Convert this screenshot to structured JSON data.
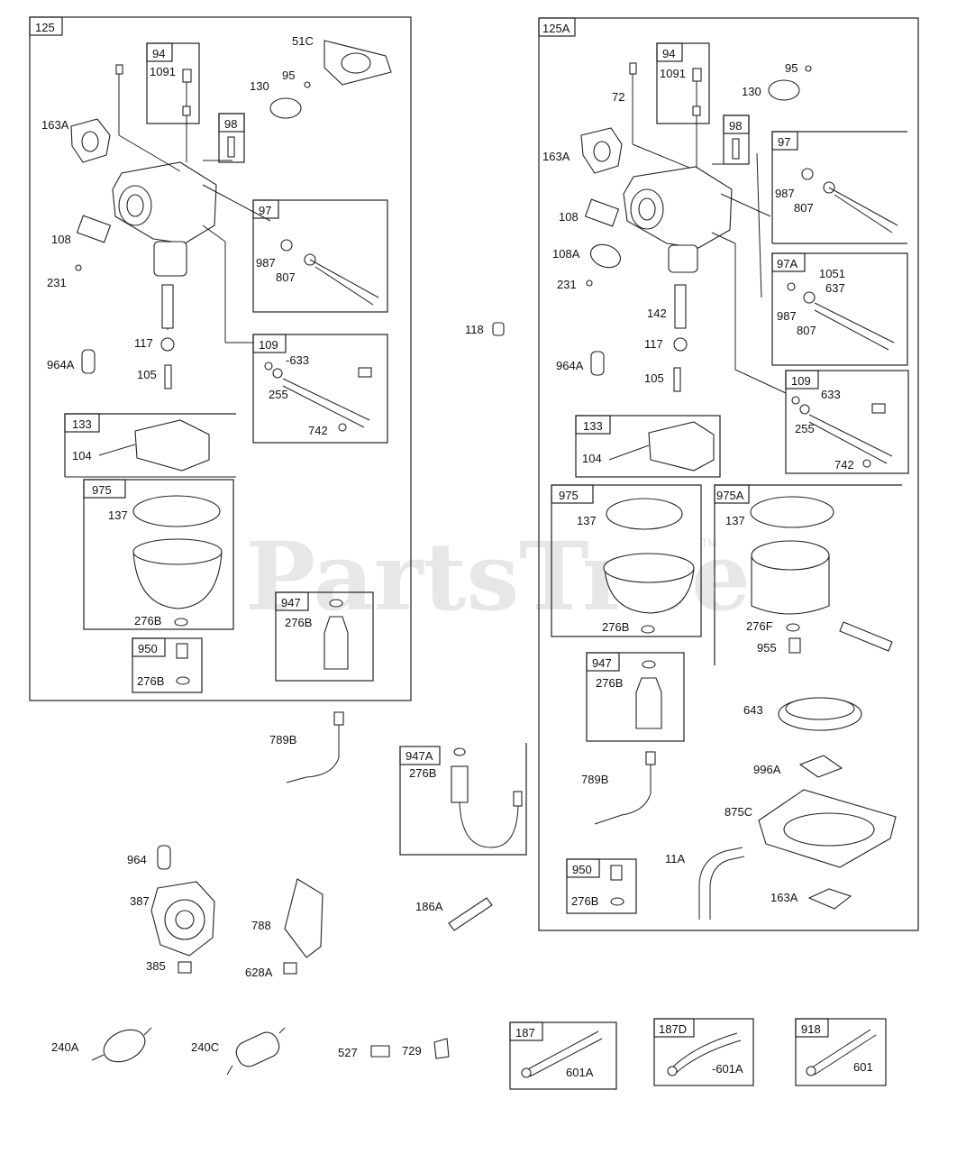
{
  "watermark": {
    "text": "PartsTree",
    "tm": "TM"
  },
  "groups": [
    {
      "id": "g125",
      "label": "125"
    },
    {
      "id": "g94a",
      "label": "94"
    },
    {
      "id": "g98a",
      "label": "98"
    },
    {
      "id": "g97a",
      "label": "97"
    },
    {
      "id": "g109a",
      "label": "109"
    },
    {
      "id": "g133a",
      "label": "133"
    },
    {
      "id": "g975a",
      "label": "975"
    },
    {
      "id": "g947a",
      "label": "947"
    },
    {
      "id": "g950a",
      "label": "950"
    },
    {
      "id": "g947A",
      "label": "947A"
    },
    {
      "id": "g125A",
      "label": "125A"
    },
    {
      "id": "g94b",
      "label": "94"
    },
    {
      "id": "g98b",
      "label": "98"
    },
    {
      "id": "g97b",
      "label": "97"
    },
    {
      "id": "g97Ab",
      "label": "97A"
    },
    {
      "id": "g109b",
      "label": "109"
    },
    {
      "id": "g133b",
      "label": "133"
    },
    {
      "id": "g975b",
      "label": "975"
    },
    {
      "id": "g975Ab",
      "label": "975A"
    },
    {
      "id": "g947b",
      "label": "947"
    },
    {
      "id": "g950b",
      "label": "950"
    },
    {
      "id": "g187",
      "label": "187"
    },
    {
      "id": "g187D",
      "label": "187D"
    },
    {
      "id": "g918",
      "label": "918"
    }
  ],
  "labels": [
    {
      "id": "l51C",
      "text": "51C"
    },
    {
      "id": "l1091a",
      "text": "1091"
    },
    {
      "id": "l95a",
      "text": "95"
    },
    {
      "id": "l130a",
      "text": "130"
    },
    {
      "id": "l163Aa",
      "text": "163A"
    },
    {
      "id": "l108a",
      "text": "108"
    },
    {
      "id": "l231a",
      "text": "231"
    },
    {
      "id": "l987a",
      "text": "987"
    },
    {
      "id": "l807a",
      "text": "807"
    },
    {
      "id": "l117a",
      "text": "117"
    },
    {
      "id": "l964Aa",
      "text": "964A"
    },
    {
      "id": "l105a",
      "text": "105"
    },
    {
      "id": "l633a",
      "text": "-633"
    },
    {
      "id": "l255a",
      "text": "255"
    },
    {
      "id": "l742a",
      "text": "742"
    },
    {
      "id": "l104a",
      "text": "104"
    },
    {
      "id": "l137a",
      "text": "137"
    },
    {
      "id": "l276Ba",
      "text": "276B"
    },
    {
      "id": "l276Bb",
      "text": "276B"
    },
    {
      "id": "l276Bc",
      "text": "276B"
    },
    {
      "id": "l118",
      "text": "118"
    },
    {
      "id": "l789Ba",
      "text": "789B"
    },
    {
      "id": "l276Bd",
      "text": "276B"
    },
    {
      "id": "l964",
      "text": "964"
    },
    {
      "id": "l387",
      "text": "387"
    },
    {
      "id": "l385",
      "text": "385"
    },
    {
      "id": "l788",
      "text": "788"
    },
    {
      "id": "l628A",
      "text": "628A"
    },
    {
      "id": "l186A",
      "text": "186A"
    },
    {
      "id": "l240A",
      "text": "240A"
    },
    {
      "id": "l240C",
      "text": "240C"
    },
    {
      "id": "l527",
      "text": "527"
    },
    {
      "id": "l729",
      "text": "729"
    },
    {
      "id": "l601Aa",
      "text": "601A"
    },
    {
      "id": "l601Ab",
      "text": "-601A"
    },
    {
      "id": "l601",
      "text": "601"
    },
    {
      "id": "l72",
      "text": "72"
    },
    {
      "id": "l1091b",
      "text": "1091"
    },
    {
      "id": "l95b",
      "text": "95"
    },
    {
      "id": "l130b",
      "text": "130"
    },
    {
      "id": "l163Ab",
      "text": "163A"
    },
    {
      "id": "l108b",
      "text": "108"
    },
    {
      "id": "l108Ab",
      "text": "108A"
    },
    {
      "id": "l231b",
      "text": "231"
    },
    {
      "id": "l142",
      "text": "142"
    },
    {
      "id": "l117b",
      "text": "117"
    },
    {
      "id": "l964Ab",
      "text": "964A"
    },
    {
      "id": "l105b",
      "text": "105"
    },
    {
      "id": "l987b",
      "text": "987"
    },
    {
      "id": "l807b",
      "text": "807"
    },
    {
      "id": "l1051",
      "text": "1051"
    },
    {
      "id": "l637",
      "text": "637"
    },
    {
      "id": "l987c",
      "text": "987"
    },
    {
      "id": "l807c",
      "text": "807"
    },
    {
      "id": "l633b",
      "text": "633"
    },
    {
      "id": "l255b",
      "text": "255"
    },
    {
      "id": "l742b",
      "text": "742"
    },
    {
      "id": "l104b",
      "text": "104"
    },
    {
      "id": "l137b",
      "text": "137"
    },
    {
      "id": "l276Be",
      "text": "276B"
    },
    {
      "id": "l137c",
      "text": "137"
    },
    {
      "id": "l276F",
      "text": "276F"
    },
    {
      "id": "l955",
      "text": "955"
    },
    {
      "id": "l276Bf",
      "text": "276B"
    },
    {
      "id": "l643",
      "text": "643"
    },
    {
      "id": "l789Bb",
      "text": "789B"
    },
    {
      "id": "l996A",
      "text": "996A"
    },
    {
      "id": "l875C",
      "text": "875C"
    },
    {
      "id": "l11A",
      "text": "11A"
    },
    {
      "id": "l276Bg",
      "text": "276B"
    },
    {
      "id": "l163Ac",
      "text": "163A"
    }
  ]
}
